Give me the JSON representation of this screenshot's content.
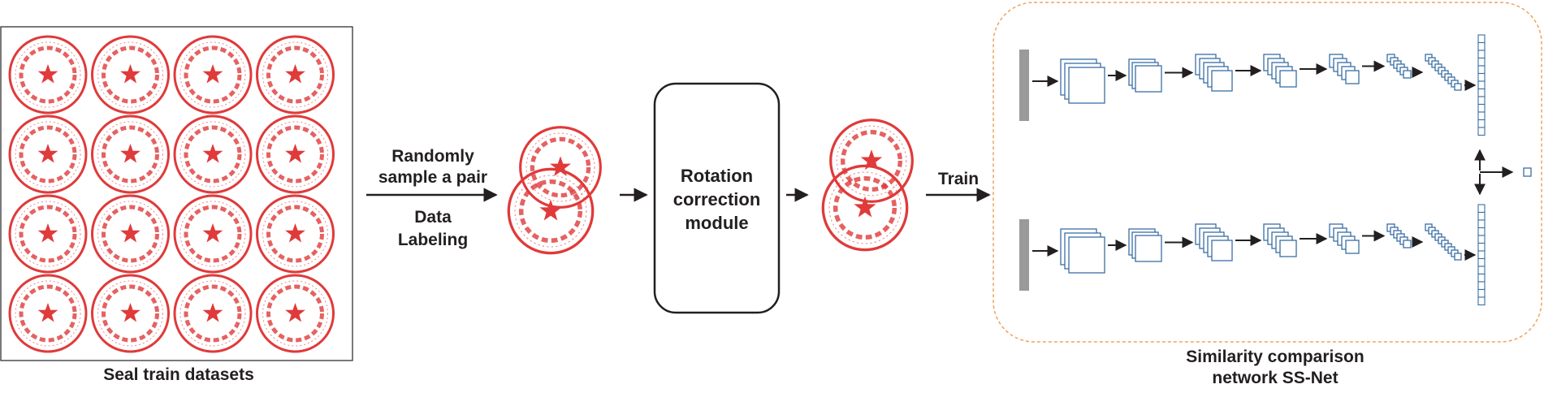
{
  "labels": {
    "dataset": "Seal train datasets",
    "sample_line1": "Randomly",
    "sample_line2": "sample a pair",
    "labeling_line1": "Data",
    "labeling_line2": "Labeling",
    "rotation_line1": "Rotation",
    "rotation_line2": "correction",
    "rotation_line3": "module",
    "train": "Train",
    "ssnet_line1": "Similarity comparison",
    "ssnet_line2": "network SS-Net"
  },
  "colors": {
    "seal_red": "#e03a3a",
    "layer_stroke": "#3a6ea5",
    "panel_border": "#f0a35e",
    "input_gray": "#9a9a9a",
    "text": "#231f20"
  },
  "icons": {
    "seal": "red-circular-seal-icon",
    "star": "red-star-icon",
    "arrow": "right-arrow-icon"
  }
}
